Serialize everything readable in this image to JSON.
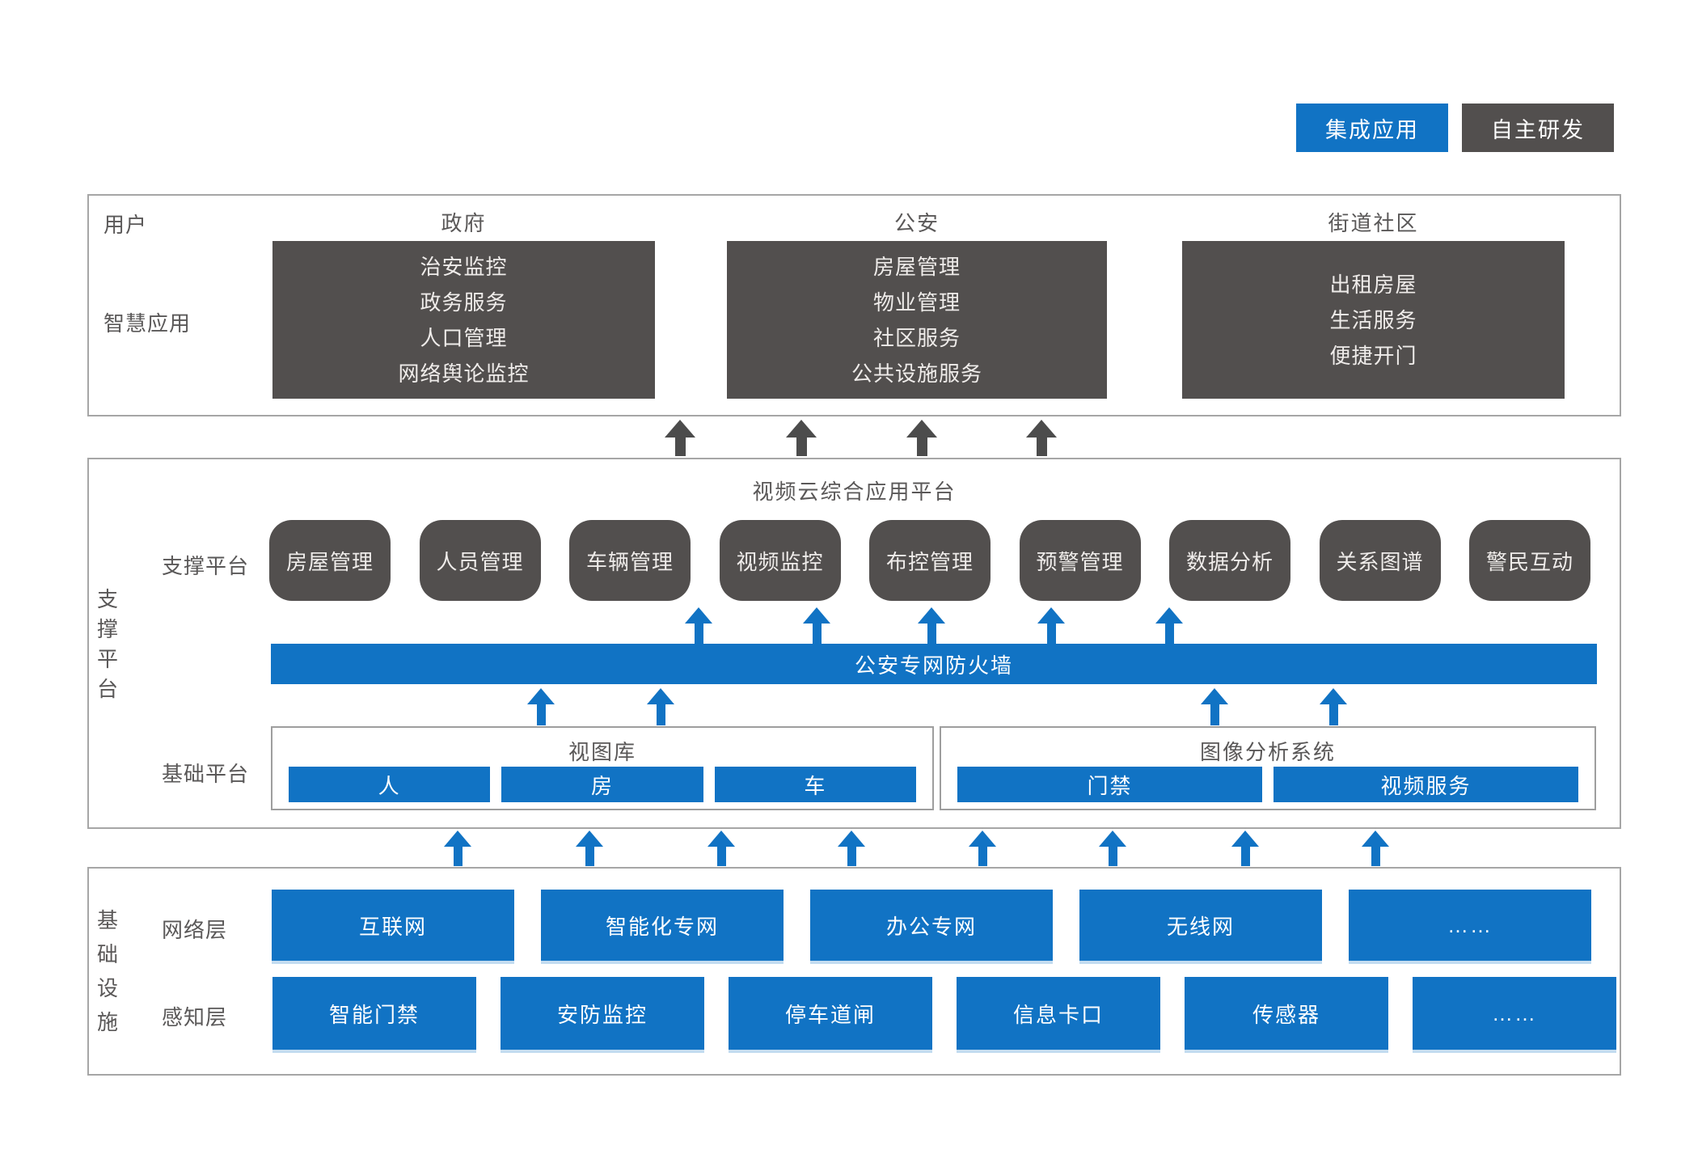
{
  "legend": {
    "integrated": "集成应用",
    "self_developed": "自主研发",
    "integrated_color": "#1173c4",
    "self_developed_color": "#524f4e"
  },
  "user_layer": {
    "row1_label": "用户",
    "row2_label": "智慧应用",
    "columns": [
      {
        "header": "政府",
        "items": [
          "治安监控",
          "政务服务",
          "人口管理",
          "网络舆论监控"
        ]
      },
      {
        "header": "公安",
        "items": [
          "房屋管理",
          "物业管理",
          "社区服务",
          "公共设施服务"
        ]
      },
      {
        "header": "街道社区",
        "items": [
          "出租房屋",
          "生活服务",
          "便捷开门"
        ]
      }
    ]
  },
  "support_layer": {
    "side_label": "支撑平台",
    "title": "视频云综合应用平台",
    "support_row_label": "支撑平台",
    "apps": [
      "房屋管理",
      "人员管理",
      "车辆管理",
      "视频监控",
      "布控管理",
      "预警管理",
      "数据分析",
      "关系图谱",
      "警民互动"
    ],
    "firewall": "公安专网防火墙",
    "base_row_label": "基础平台",
    "base_groups": [
      {
        "title": "视图库",
        "items": [
          "人",
          "房",
          "车"
        ]
      },
      {
        "title": "图像分析系统",
        "items": [
          "门禁",
          "视频服务"
        ]
      }
    ]
  },
  "infra_layer": {
    "side_label": "基础设施",
    "network_label": "网络层",
    "network_items": [
      "互联网",
      "智能化专网",
      "办公专网",
      "无线网",
      "……"
    ],
    "sense_label": "感知层",
    "sense_items": [
      "智能门禁",
      "安防监控",
      "停车道闸",
      "信息卡口",
      "传感器",
      "……"
    ]
  },
  "colors": {
    "accent_blue": "#1173c4",
    "dark_gray": "#524f4e",
    "border_gray": "#a6a6a6",
    "label_gray": "#5a5858"
  }
}
